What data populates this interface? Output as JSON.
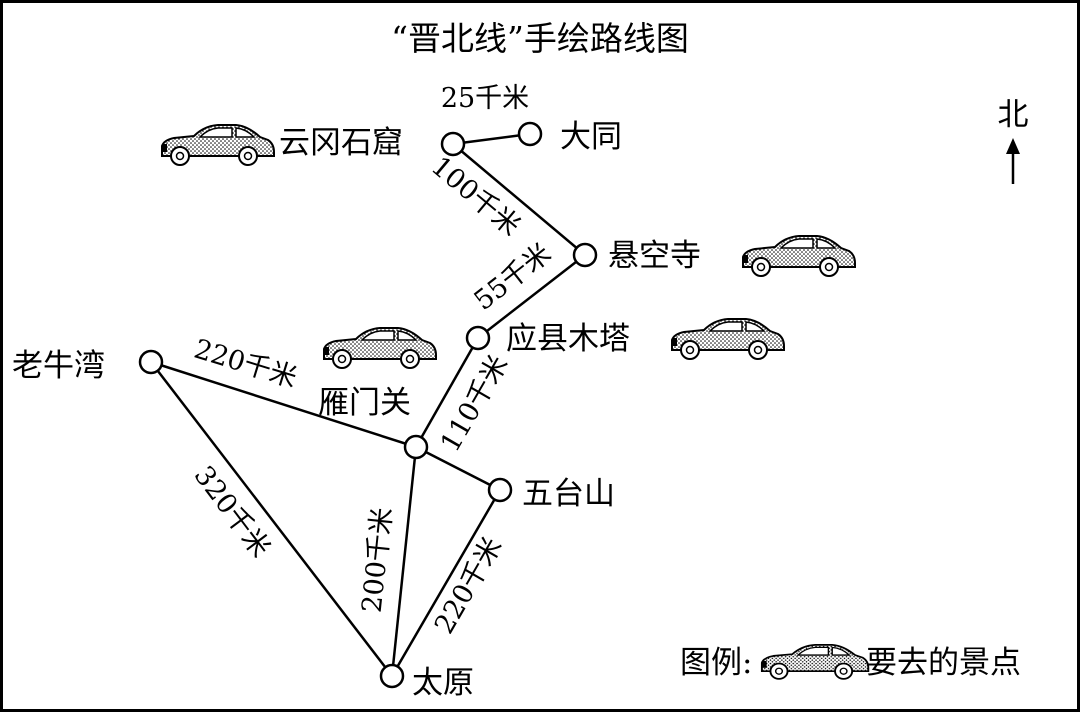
{
  "title": "“晋北线”手绘路线图",
  "north_label": "北",
  "legend": {
    "prefix": "图例:",
    "meaning": "要去的景点",
    "icon": "car-icon"
  },
  "places": {
    "datong": "大同",
    "yungang": "云冈石窟",
    "xuankong": "悬空寺",
    "yingxian": "应县木塔",
    "yanmen": "雁门关",
    "laoniuwan": "老牛湾",
    "wutai": "五台山",
    "taiyuan": "太原"
  },
  "routes": [
    {
      "from": "yungang",
      "to": "datong",
      "distance": "25千米"
    },
    {
      "from": "yungang",
      "to": "xuankong",
      "distance": "100千米"
    },
    {
      "from": "xuankong",
      "to": "yingxian",
      "distance": "55千米"
    },
    {
      "from": "yingxian",
      "to": "yanmen",
      "distance": "110千米"
    },
    {
      "from": "laoniuwan",
      "to": "yanmen",
      "distance": "220千米"
    },
    {
      "from": "laoniuwan",
      "to": "taiyuan",
      "distance": "320千米"
    },
    {
      "from": "yanmen",
      "to": "taiyuan",
      "distance": "200千米"
    },
    {
      "from": "wutai",
      "to": "taiyuan",
      "distance": "220千米"
    },
    {
      "from": "yanmen",
      "to": "wutai",
      "distance": ""
    }
  ],
  "planned_stops": [
    "yungang",
    "xuankong",
    "yingxian",
    "yanmen"
  ]
}
